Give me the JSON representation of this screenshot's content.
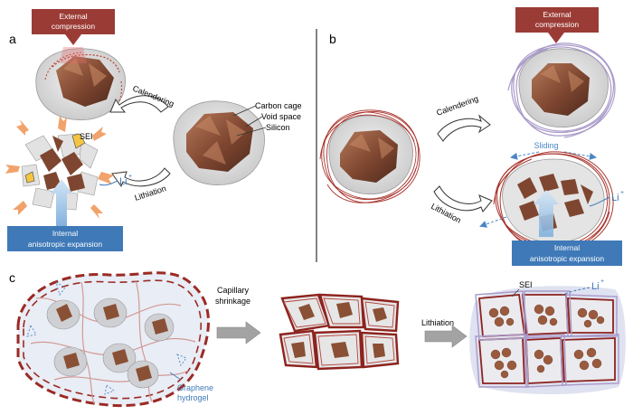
{
  "panels": {
    "a": {
      "letter": "a",
      "compression_line1": "External",
      "compression_line2": "compression",
      "calendering": "Calendering",
      "lithiation": "Lithiation",
      "carbon_cage": "Carbon cage",
      "void_space": "Void space",
      "silicon": "Silicon",
      "sei": "SEI",
      "li": "Li",
      "li_sup": "+",
      "internal_line1": "Internal",
      "internal_line2": "anisotropic expansion"
    },
    "b": {
      "letter": "b",
      "compression_line1": "External",
      "compression_line2": "compression",
      "calendering": "Calendering",
      "lithiation": "Lithiation",
      "sliding": "Sliding",
      "li": "Li",
      "li_sup": "+",
      "internal_line1": "Internal",
      "internal_line2": "anisotropic expansion"
    },
    "c": {
      "letter": "c",
      "capillary_line1": "Capillary",
      "capillary_line2": "shrinkage",
      "lithiation": "Lithiation",
      "sei": "SEI",
      "li": "Li",
      "li_sup": "+",
      "graphene_line1": "Graphene",
      "graphene_line2": "hydrogel"
    }
  },
  "colors": {
    "compression_box": "#9b3b35",
    "internal_box": "#3f79b8",
    "carbon_red": "#a8332c",
    "silicon_brown": "#8a5035",
    "void_grey": "#dcdcdc",
    "sei_purple": "#a99ac8",
    "arrow_blue": "#4a86c5",
    "expansion_orange": "#f2a26b"
  }
}
